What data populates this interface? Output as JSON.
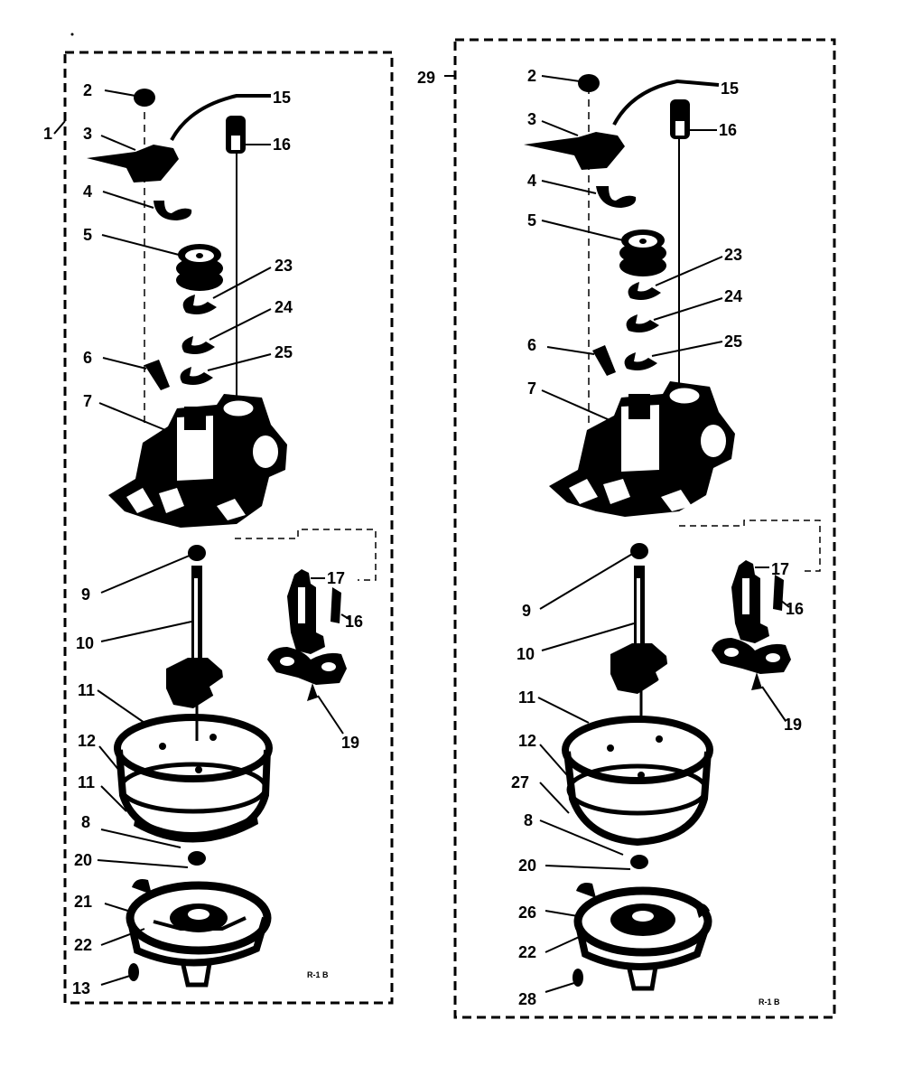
{
  "left_diagram": {
    "assembly_label": "1",
    "labels": {
      "l2": "2",
      "l3": "3",
      "l4": "4",
      "l5": "5",
      "l6": "6",
      "l7": "7",
      "l8": "8",
      "l9": "9",
      "l10": "10",
      "l11a": "11",
      "l11b": "11",
      "l12": "12",
      "l13": "13",
      "l15": "15",
      "l16a": "16",
      "l16b": "16",
      "l17": "17",
      "l19": "19",
      "l20": "20",
      "l21": "21",
      "l22": "22",
      "l23": "23",
      "l24": "24",
      "l25": "25"
    },
    "figure_code": "R-1 B"
  },
  "right_diagram": {
    "assembly_label": "29",
    "labels": {
      "l2": "2",
      "l3": "3",
      "l4": "4",
      "l5": "5",
      "l6": "6",
      "l7": "7",
      "l8": "8",
      "l9": "9",
      "l10": "10",
      "l11": "11",
      "l12": "12",
      "l15": "15",
      "l16a": "16",
      "l16b": "16",
      "l17": "17",
      "l19": "19",
      "l20": "20",
      "l22": "22",
      "l23": "23",
      "l24": "24",
      "l25": "25",
      "l26": "26",
      "l27": "27",
      "l28": "28"
    },
    "figure_code": "R-1 B"
  },
  "colors": {
    "ink": "#000000",
    "paper": "#ffffff"
  }
}
